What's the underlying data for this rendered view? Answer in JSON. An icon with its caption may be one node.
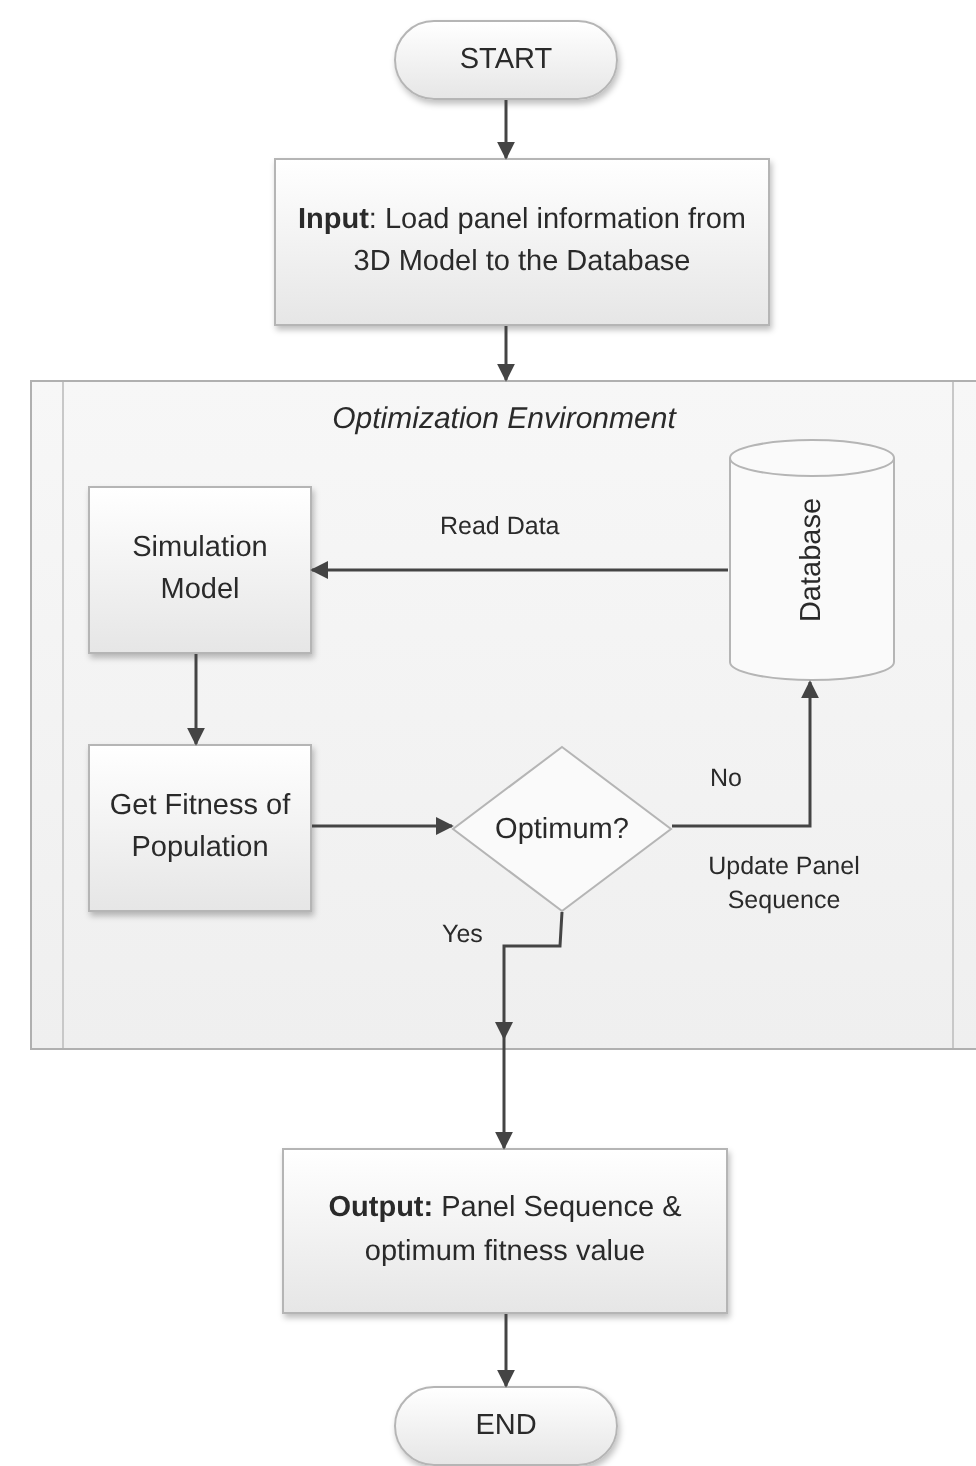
{
  "diagram": {
    "nodes": [
      {
        "text": [
          "START"
        ]
      },
      {
        "text": [
          "**Input**: Load panel information from 3D Model to the Database"
        ]
      },
      {
        "text": [
          "Optimization Environment"
        ]
      },
      {
        "text": [
          "Simulation Model"
        ],
        "in": 2
      },
      {
        "text": [
          "Database"
        ],
        "in": 2
      },
      {
        "text": [
          "Get Fitness of Population"
        ],
        "in": 2
      },
      {
        "text": [
          "Optimum?"
        ],
        "in": 2
      },
      {
        "text": [
          "**Output:** Panel Sequence & optimum fitness value"
        ]
      },
      {
        "text": [
          "END"
        ]
      }
    ],
    "edges": [
      {
        "from": 0,
        "to": 1,
        "arrow": "to"
      },
      {
        "from": 1,
        "to": 2,
        "arrow": "to"
      },
      {
        "from": 4,
        "to": 3,
        "arrow": "to",
        "label": "Read Data"
      },
      {
        "from": 3,
        "to": 5,
        "arrow": "to"
      },
      {
        "from": 5,
        "to": 6,
        "arrow": "to"
      },
      {
        "from": 6,
        "to": 4,
        "arrow": "to",
        "label": "No"
      },
      {
        "from": 6,
        "to": 7,
        "arrow": "to",
        "label": "Yes"
      },
      {
        "from": 7,
        "to": 8,
        "arrow": "to"
      }
    ],
    "labels": [
      "Update Panel Sequence"
    ]
  }
}
